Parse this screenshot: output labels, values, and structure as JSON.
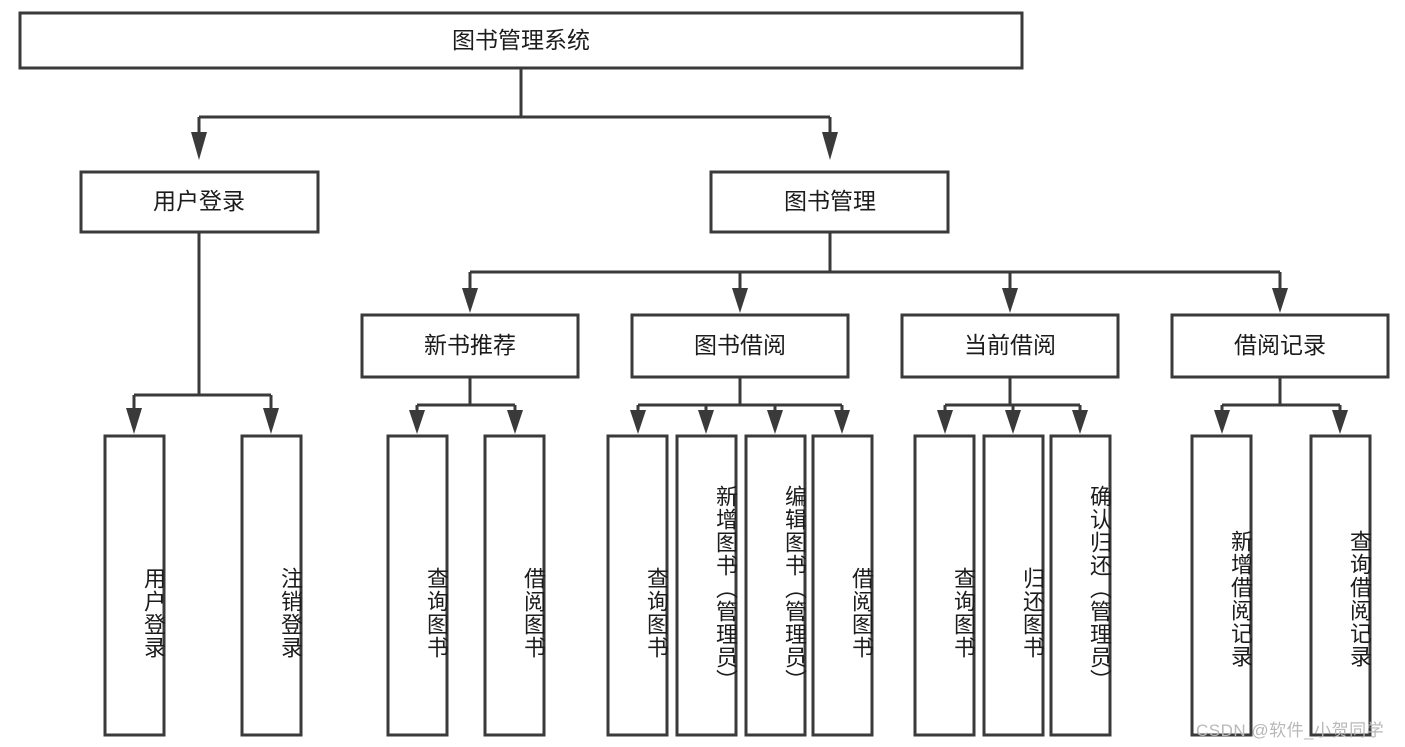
{
  "diagram": {
    "type": "tree",
    "title": "图书管理系统",
    "watermark": "CSDN @软件_小贺同学",
    "colors": {
      "stroke": "#3a3a3a",
      "fill": "#ffffff",
      "text": "#1c1c1c",
      "watermark": "#b8b8b8"
    },
    "root": {
      "label": "图书管理系统"
    },
    "level1": [
      {
        "label": "用户登录"
      },
      {
        "label": "图书管理"
      }
    ],
    "level2": [
      {
        "label": "新书推荐"
      },
      {
        "label": "图书借阅"
      },
      {
        "label": "当前借阅"
      },
      {
        "label": "借阅记录"
      }
    ],
    "leaves": {
      "user_login": [
        {
          "label": "用户登录"
        },
        {
          "label": "注销登录"
        }
      ],
      "new_book": [
        {
          "label": "查询图书"
        },
        {
          "label": "借阅图书"
        }
      ],
      "book_borrow": [
        {
          "label": "查询图书"
        },
        {
          "label": "新增图书（管理员）"
        },
        {
          "label": "编辑图书（管理员）"
        },
        {
          "label": "借阅图书"
        }
      ],
      "current_borrow": [
        {
          "label": "查询图书"
        },
        {
          "label": "归还图书"
        },
        {
          "label": "确认归还（管理员）"
        }
      ],
      "borrow_record": [
        {
          "label": "新增借阅记录"
        },
        {
          "label": "查询借阅记录"
        }
      ]
    }
  }
}
